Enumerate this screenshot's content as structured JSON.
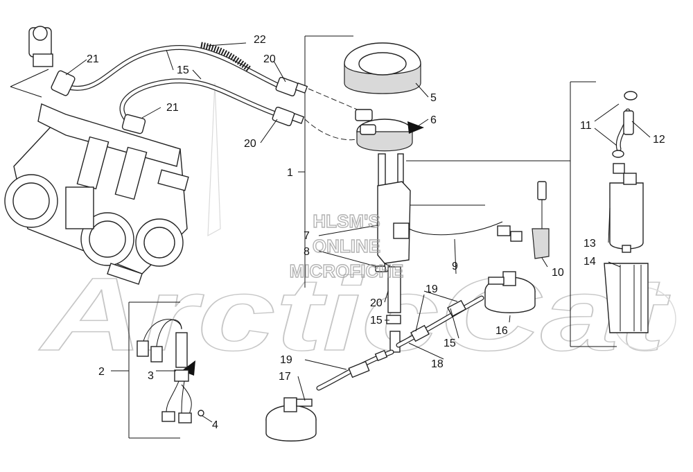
{
  "diagram": {
    "callouts": [
      {
        "id": "c22a",
        "text": "22"
      },
      {
        "id": "c20a",
        "text": "20"
      },
      {
        "id": "c21a",
        "text": "21"
      },
      {
        "id": "c15a",
        "text": "15"
      },
      {
        "id": "c21b",
        "text": "21"
      },
      {
        "id": "c20b",
        "text": "20"
      },
      {
        "id": "c5",
        "text": "5"
      },
      {
        "id": "c6",
        "text": "6"
      },
      {
        "id": "c1",
        "text": "1"
      },
      {
        "id": "c7",
        "text": "7"
      },
      {
        "id": "c8",
        "text": "8"
      },
      {
        "id": "c9",
        "text": "9"
      },
      {
        "id": "c10",
        "text": "10"
      },
      {
        "id": "c11",
        "text": "11"
      },
      {
        "id": "c12",
        "text": "12"
      },
      {
        "id": "c13",
        "text": "13"
      },
      {
        "id": "c14",
        "text": "14"
      },
      {
        "id": "c20c",
        "text": "20"
      },
      {
        "id": "c19a",
        "text": "19"
      },
      {
        "id": "c15b",
        "text": "15"
      },
      {
        "id": "c16",
        "text": "16"
      },
      {
        "id": "c15c",
        "text": "15"
      },
      {
        "id": "c18",
        "text": "18"
      },
      {
        "id": "c19b",
        "text": "19"
      },
      {
        "id": "c17",
        "text": "17"
      },
      {
        "id": "c2",
        "text": "2"
      },
      {
        "id": "c3",
        "text": "3"
      },
      {
        "id": "c4",
        "text": "4"
      }
    ]
  },
  "watermark": {
    "line1": "HLSM'S",
    "line2": "ONLINE",
    "line3": "MICROFICHE",
    "brand": "ArcticCat"
  }
}
